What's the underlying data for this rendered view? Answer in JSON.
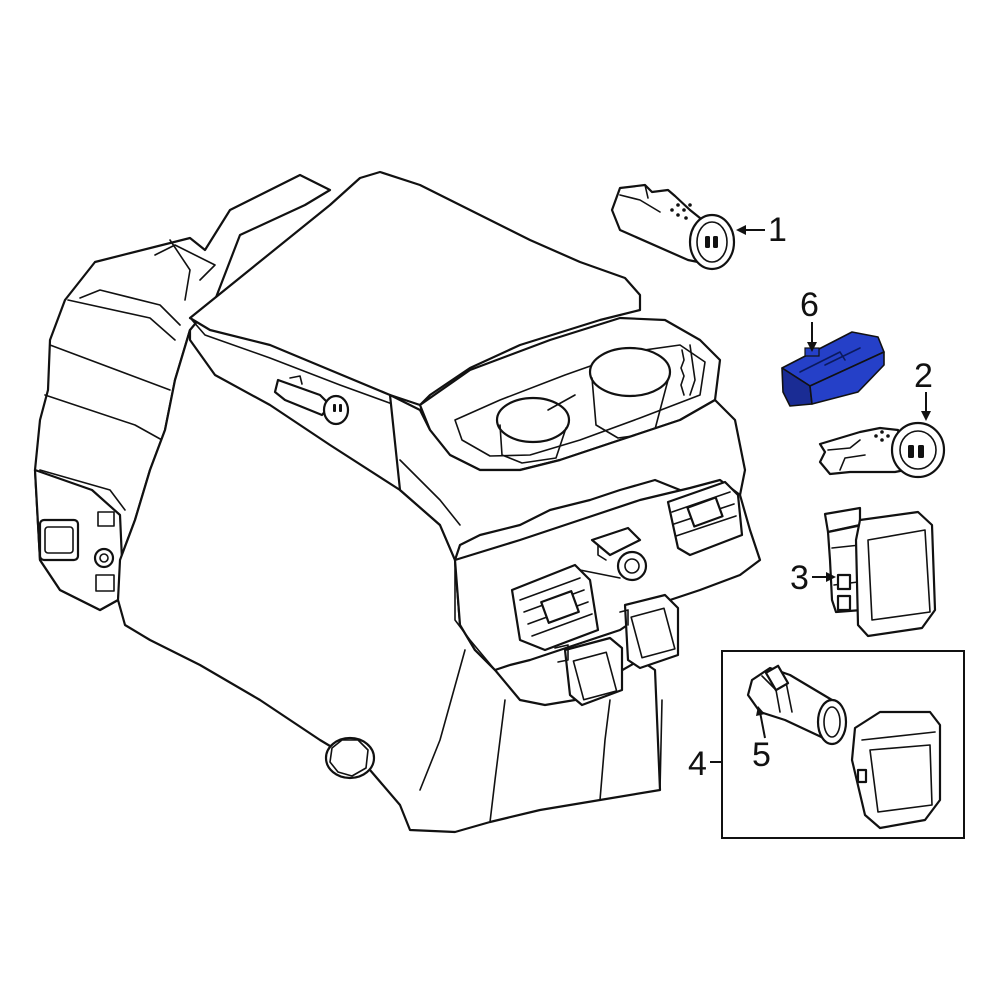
{
  "callouts": [
    {
      "id": "1",
      "label": "1"
    },
    {
      "id": "2",
      "label": "2"
    },
    {
      "id": "3",
      "label": "3"
    },
    {
      "id": "4",
      "label": "4"
    },
    {
      "id": "5",
      "label": "5"
    },
    {
      "id": "6",
      "label": "6"
    }
  ],
  "colors": {
    "highlight_part": "#2540c8",
    "highlight_part_dark": "#1a2c94",
    "line": "#111111",
    "background": "#ffffff"
  },
  "highlighted_callout": "6"
}
